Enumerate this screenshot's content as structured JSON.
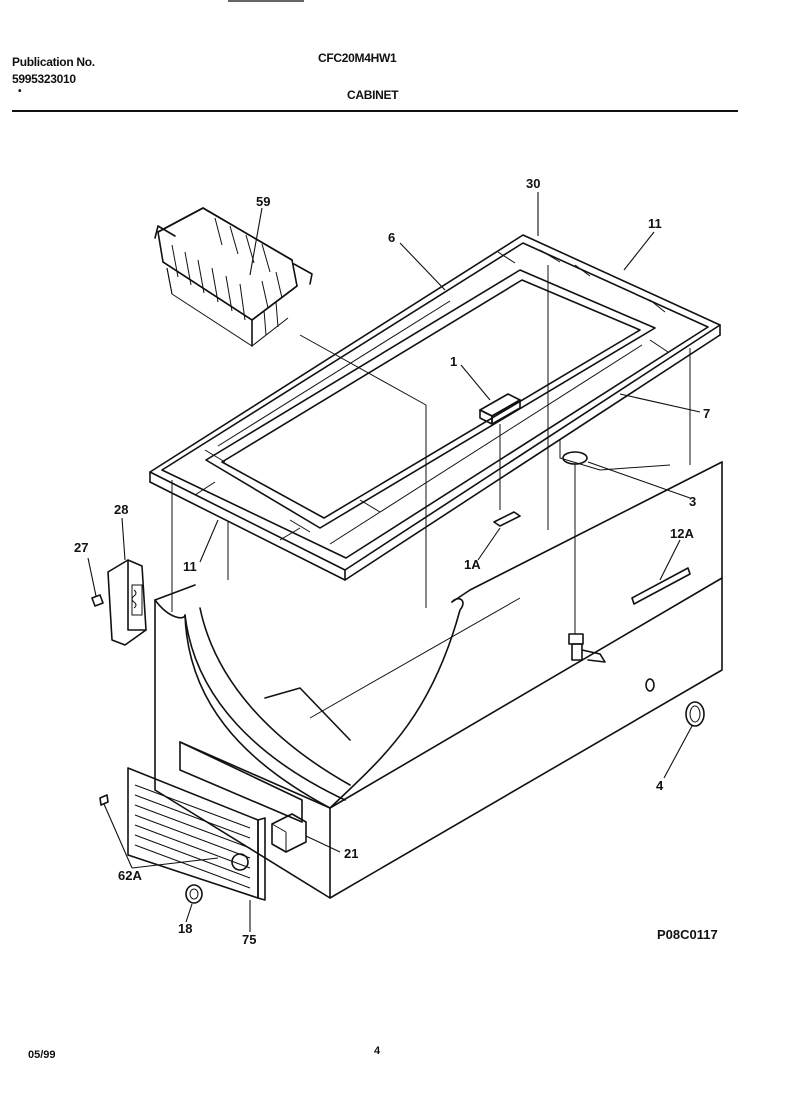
{
  "header": {
    "publication_label": "Publication No.",
    "publication_number": "5995323010",
    "model": "CFC20M4HW1",
    "section_title": "CABINET"
  },
  "figure_code": "P08C0117",
  "footer": {
    "date": "05/99",
    "page": "4"
  },
  "callouts": [
    "59",
    "6",
    "30",
    "11",
    "1",
    "7",
    "3",
    "28",
    "27",
    "11",
    "1A",
    "12A",
    "4",
    "21",
    "62A",
    "18",
    "75"
  ]
}
